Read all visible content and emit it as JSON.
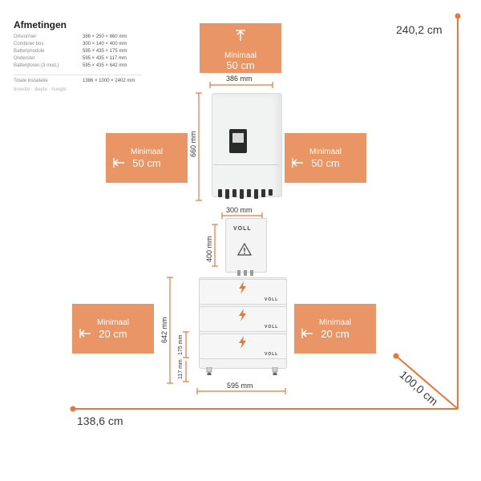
{
  "specs": {
    "title": "Afmetingen",
    "rows": [
      {
        "label": "Omvormer",
        "value": "386 × 250 × 660 mm"
      },
      {
        "label": "Combiner box",
        "value": "300 × 140 × 400 mm"
      },
      {
        "label": "Batterijmodule",
        "value": "595 × 435 × 175 mm"
      },
      {
        "label": "Onderstel",
        "value": "595 × 435 × 117 mm"
      },
      {
        "label": "Batterijtoren (3 mod.)",
        "value": "595 × 435 × 642 mm"
      }
    ],
    "total": {
      "label": "Totale installatie",
      "value": "1386 × 1000 × 2402 mm"
    },
    "note": "breedte · diepte · hoogte"
  },
  "clearances": {
    "caption": "Minimaal",
    "top": "50 cm",
    "inverter_left": "50 cm",
    "inverter_right": "50 cm",
    "battery_left": "20 cm",
    "battery_right": "20 cm"
  },
  "dimensions": {
    "inverter_width": "386 mm",
    "inverter_height": "660 mm",
    "combiner_width": "300 mm",
    "combiner_height": "400 mm",
    "battery_width": "595 mm",
    "battery_height": "642 mm",
    "module_height": "175 mm",
    "base_height": "117 mm"
  },
  "overall": {
    "height": "240,2 cm",
    "width": "138,6 cm",
    "depth": "100,0 cm"
  },
  "brand": "VOLL",
  "colors": {
    "accent": "#e99566",
    "line": "#e8773a"
  }
}
